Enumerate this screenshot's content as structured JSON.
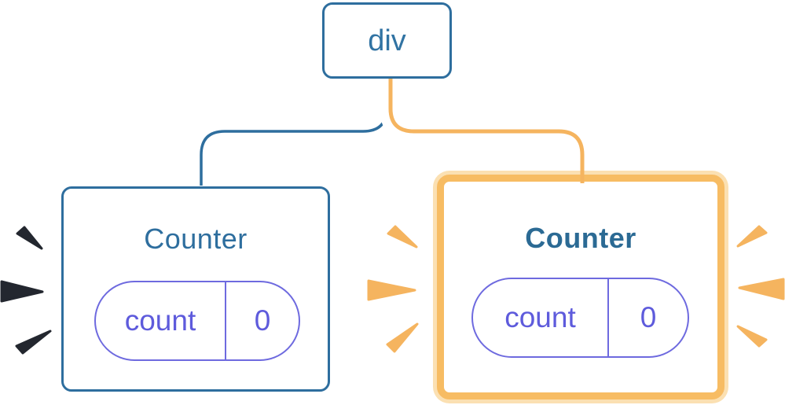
{
  "diagram": {
    "description": "React component tree: div root with two Counter children; right Counter re-rendered (orange highlight burst), left Counter burst in dark ink",
    "root_node": {
      "label": "div"
    },
    "counters": {
      "left": {
        "title": "Counter",
        "state_key": "count",
        "state_value": "0",
        "emphasis": "dark-burst"
      },
      "right": {
        "title": "Counter",
        "state_key": "count",
        "state_value": "0",
        "emphasis": "orange-highlight-burst"
      }
    },
    "icons": {
      "left_burst": "three dark wedge rays pointing at left card",
      "right_burst_left": "three orange wedge rays pointing at right card (left side)",
      "right_burst_right": "three orange wedge rays pointing at right card (right side)"
    },
    "colors": {
      "blue_stroke": "#2E6E9E",
      "blue_text": "#3173A3",
      "bold_title_blue": "#2B6A94",
      "purple_border": "#6E6ADF",
      "purple_text": "#5E5BDC",
      "orange_line": "#F5B45F",
      "orange_card_border": "#F7BC63",
      "orange_card_glow": "#FBE0B2",
      "dark_burst": "#23272F",
      "edge_casing": "#FFFFFF",
      "background": "#FFFFFF"
    }
  }
}
